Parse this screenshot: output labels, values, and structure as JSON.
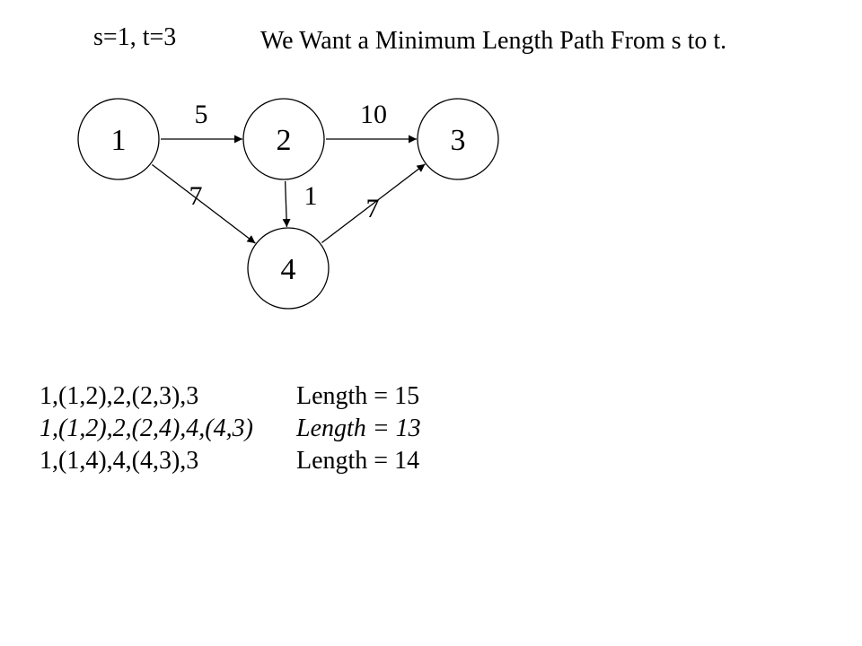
{
  "header": {
    "st_label": "s=1, t=3",
    "title": "We Want a Minimum Length Path From s to t."
  },
  "graph": {
    "nodes": [
      {
        "id": "1",
        "label": "1"
      },
      {
        "id": "2",
        "label": "2"
      },
      {
        "id": "3",
        "label": "3"
      },
      {
        "id": "4",
        "label": "4"
      }
    ],
    "edges": [
      {
        "from": "1",
        "to": "2",
        "weight": "5"
      },
      {
        "from": "2",
        "to": "3",
        "weight": "10"
      },
      {
        "from": "1",
        "to": "4",
        "weight": "7"
      },
      {
        "from": "2",
        "to": "4",
        "weight": "1"
      },
      {
        "from": "4",
        "to": "3",
        "weight": "7"
      }
    ]
  },
  "paths": [
    {
      "sequence": "1,(1,2),2,(2,3),3",
      "length": "Length = 15",
      "emphasized": false
    },
    {
      "sequence": "1,(1,2),2,(2,4),4,(4,3)",
      "length": "Length = 13",
      "emphasized": true
    },
    {
      "sequence": "1,(1,4),4,(4,3),3",
      "length": "Length = 14",
      "emphasized": false
    }
  ]
}
